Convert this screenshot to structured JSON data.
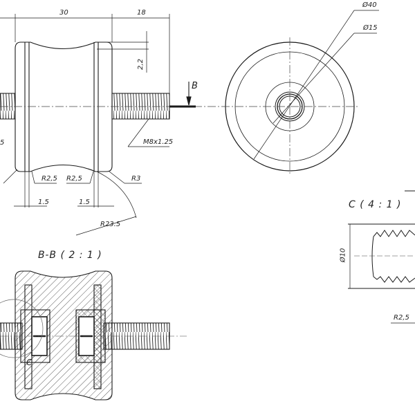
{
  "colors": {
    "line": "#1a1a1a",
    "thin": "#444444",
    "background": "#ffffff"
  },
  "front_view": {
    "dims": {
      "width": "30",
      "stud": "18",
      "concave_depth": "2,2",
      "thread": "M8x1.25",
      "r_left": "R2,5",
      "r_right": "R2,5",
      "r_corner": "R3",
      "flange_left": "1.5",
      "flange_right": "1.5",
      "r_arc": "R23.5",
      "partial_left": "5"
    },
    "section_mark": "B"
  },
  "end_view": {
    "dims": {
      "outer_diameter": "Ø40",
      "inner_diameter": "Ø15"
    }
  },
  "section_view": {
    "title": "B-B ( 2 : 1 )",
    "detail_mark": "C"
  },
  "detail_view": {
    "title": "C ( 4 : 1 )",
    "dims": {
      "diameter": "Ø10",
      "radius": "R2,5"
    }
  }
}
